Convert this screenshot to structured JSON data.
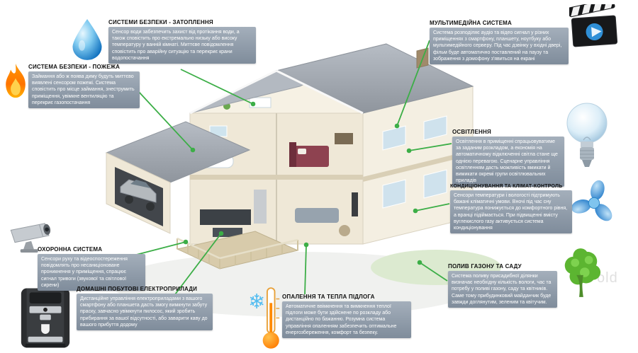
{
  "colors": {
    "connector_green": "#3cae47",
    "title_text": "#111111",
    "body_text": "#ffffff",
    "body_bg_top": "#a4afbb",
    "body_bg_bottom": "#7f8c9b"
  },
  "watermark": "old",
  "callouts": {
    "flood": {
      "icon": "water-drop-icon",
      "title": "СИСТЕМИ БЕЗПЕКИ - ЗАТОПЛЕННЯ",
      "body": "Сенсор води забезпечить захист від протікання води, а також сповістить про екстремально низьку або високу температуру у ванній кімнаті. Миттєве повідомлення сповістить про аварійну ситуацію та перекриє крани водопостачання"
    },
    "fire": {
      "icon": "flame-icon",
      "title": "СИСТЕМА БЕЗПЕКИ - ПОЖЕЖА",
      "body": "Займання або ж поява диму будуть миттєво виявлені сенсором пожежі. Система сповістить про місце займання, знеструмить приміщення, увімкне вентиляцію та перекриє газопостачання"
    },
    "multimedia": {
      "icon": "clapperboard-icon",
      "title": "МУЛЬТИМЕДІЙНА СИСТЕМА",
      "body": "Система розподіляє аудіо та відео сигнал у різних приміщеннях з смартфону, планшету, ноутбуку або мультимедійного серверу. Під час дзвінку у вхідні двері, фільм буде автоматично поставлений на паузу та зображення з домофону з'явиться на екрані"
    },
    "lighting": {
      "icon": "light-bulb-icon",
      "title": "ОСВІТЛЕННЯ",
      "body": "Освітлення в приміщенні спрацьовуватиме за заданим розкладом, а економія на автоматичному відключенні світла стане ще однією перевагою. Сценарне управління освітленням дасть можливість вмикати й вимикати окремі групи освітлювальних приладів"
    },
    "climate": {
      "icon": "fan-icon",
      "title": "КОНДИЦІОНУВАННЯ ТА КЛІМАТ-КОНТРОЛЬ",
      "body": "Сенсори температури і вологості підтримують бажані кліматичні умови. Вночі під час сну температура понижується до комфортного рівня, а вранці підіймається. При підвищенні вмісту вуглекислого газу активується система кондиціонування"
    },
    "watering": {
      "icon": "tree-icon",
      "title": "ПОЛИВ ГАЗОНУ ТА САДУ",
      "body": "Система поливу присадибної ділянки визначає необхідну кількість вологи, час та потребу у поливі газону, саду та квітників. Саме тому прибудинковий майданчик буде завжди доглянутим, зеленим та квітучим."
    },
    "security": {
      "icon": "cctv-camera-icon",
      "title": "ОХОРОННА СИСТЕМА",
      "body": "Сенсори руху та відеоспостереження повідомлять про несанкціоноване проникнення у приміщення, спрацює сигнал тривоги (звукової та світлової сирени)"
    },
    "appliances": {
      "icon": "coffee-machine-icon",
      "title": "ДОМАШНІ ПОБУТОВІ ЕЛЕКТРОПРИЛАДИ",
      "body": "Дистанційне управління електроприладами з вашого смартфону або планшета дасть змогу вимкнути забуту праску, завчасно увімкнути пилосос, який зробить прибирання за вашої відсутності, або заварити каву до вашого прибуття додому"
    },
    "heating": {
      "icon": "thermometer-icon",
      "title": "ОПАЛЕННЯ ТА ТЕПЛА ПІДЛОГА",
      "body": "Автоматичне ввімкнення та вимкнення теплої підлоги може бути здійснене по розкладу або дистанційно по бажанню. Розумна система управління опаленням забезпечить оптимальне енергозбереження, комфорт та безпеку."
    }
  }
}
